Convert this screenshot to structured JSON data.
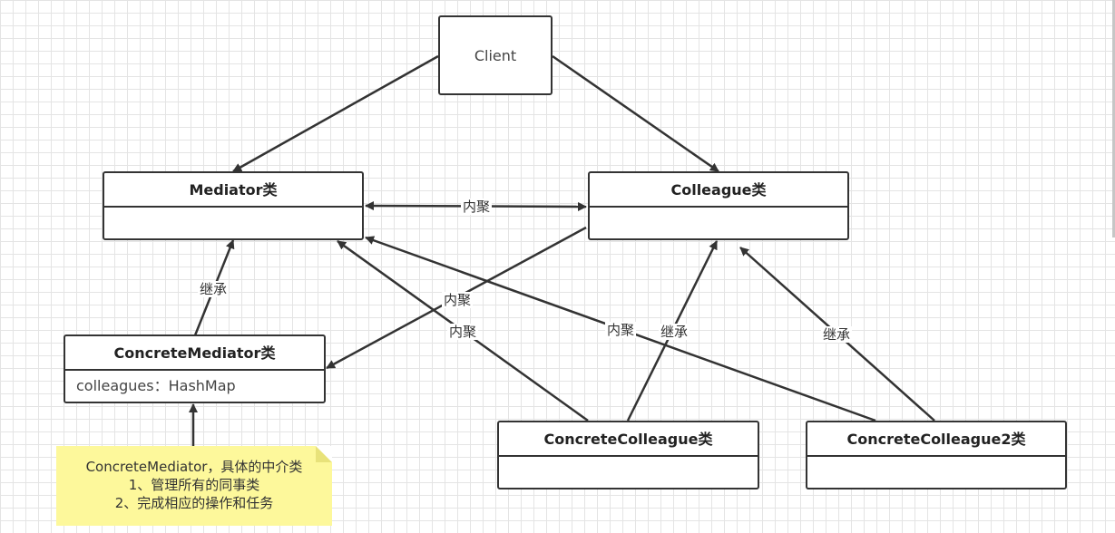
{
  "client": {
    "label": "Client"
  },
  "mediator": {
    "title": "Mediator类"
  },
  "colleague": {
    "title": "Colleague类"
  },
  "concrete_mediator": {
    "title": "ConcreteMediator类",
    "field": "colleagues：HashMap"
  },
  "concrete_colleague": {
    "title": "ConcreteColleague类"
  },
  "concrete_colleague2": {
    "title": "ConcreteColleague2类"
  },
  "labels": {
    "mediator_colleague": "内聚",
    "inherit_mediator": "继承",
    "colleague_to_concrete_mediator": "内聚",
    "cc_to_mediator": "内聚",
    "cc2_to_mediator": "内聚",
    "inherit_cc": "继承",
    "inherit_cc2": "继承"
  },
  "note": {
    "lines": [
      "ConcreteMediator，具体的中介类",
      "1、管理所有的同事类",
      "2、完成相应的操作和任务"
    ]
  },
  "colors": {
    "line": "#333333",
    "note": "#fdf89b",
    "grid": "#e4e4e4"
  }
}
